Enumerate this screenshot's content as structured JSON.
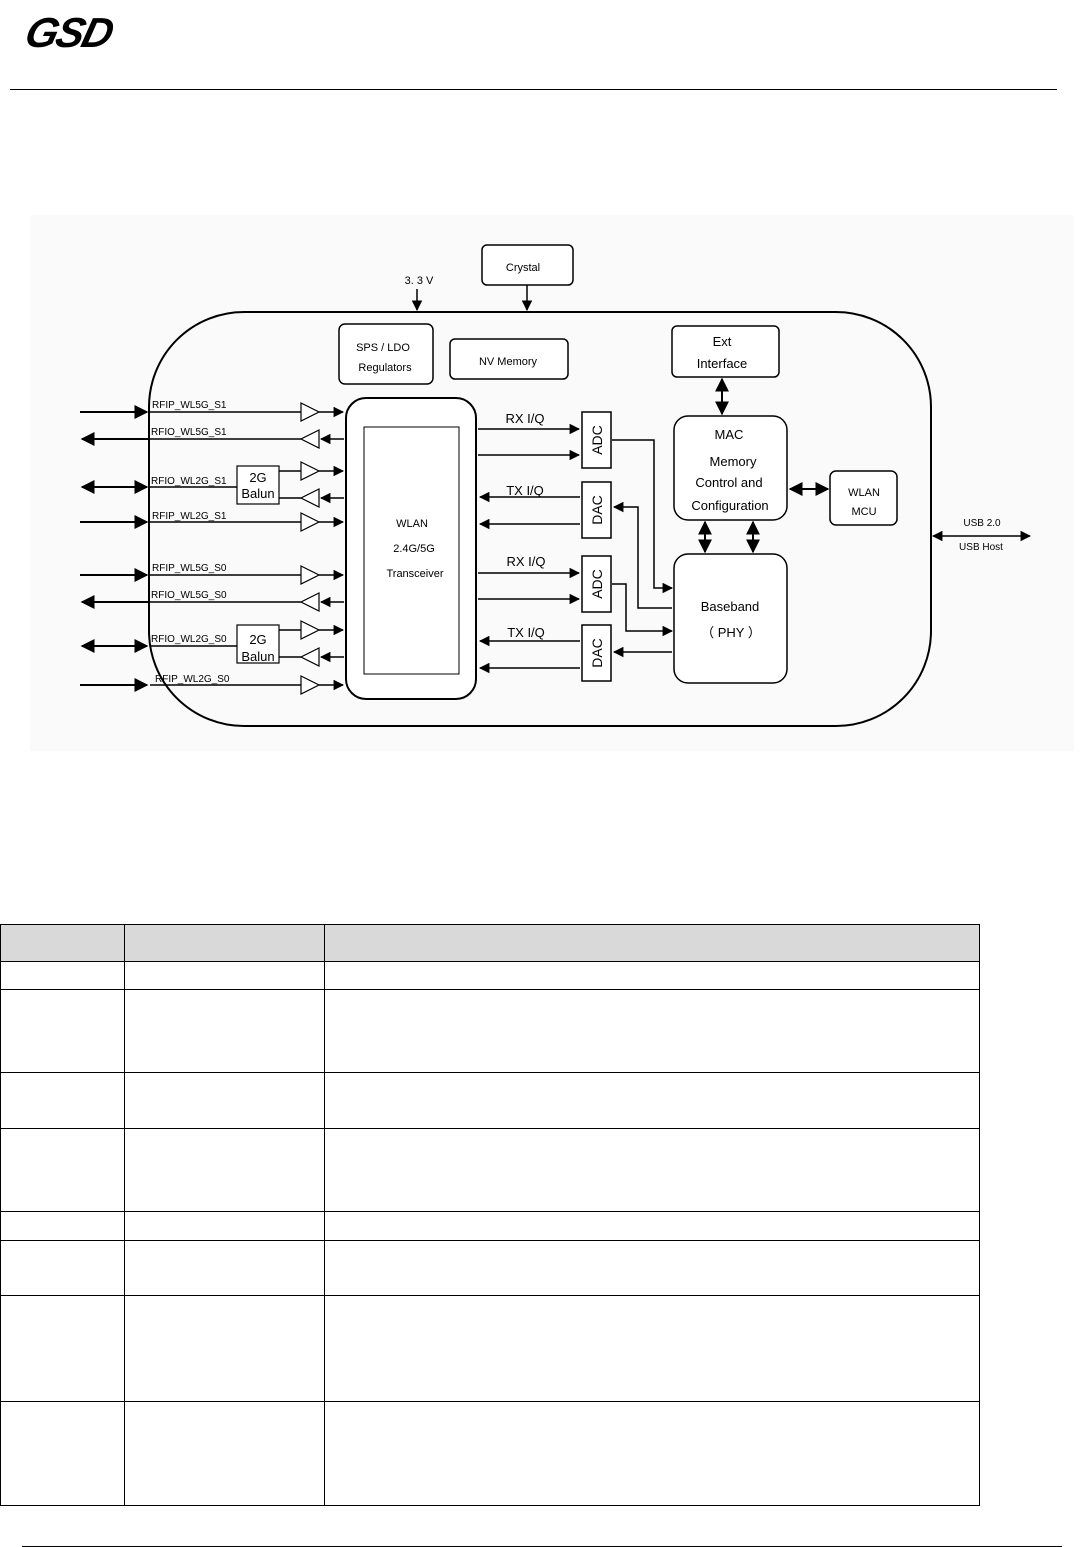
{
  "logo": {
    "text": "GSD",
    "color": "#1f5aa8"
  },
  "diagram": {
    "inputs": {
      "crystal": "Crystal",
      "power": "3. 3 V"
    },
    "blocks": {
      "sps_line1": "SPS  /   LDO",
      "sps_line2": "Regulators",
      "nv_memory": "NV Memory",
      "ext_line1": "Ext",
      "ext_line2": "Interface",
      "mac": "MAC",
      "mac_mem1": "Memory",
      "mac_mem2": "Control and",
      "mac_mem3": "Configuration",
      "wlan_mcu1": "WLAN",
      "wlan_mcu2": "MCU",
      "transceiver1": "WLAN",
      "transceiver2": "2.4G/5G",
      "transceiver3": "Transceiver",
      "baseband1": "Baseband",
      "baseband2": "（ PHY ）",
      "adc": "ADC",
      "dac": "DAC",
      "balun1": "2G",
      "balun2": "Balun"
    },
    "signals": {
      "rx_iq": "RX I/Q",
      "tx_iq": "TX I/Q",
      "usb": "USB 2.0",
      "usb_host": "USB Host"
    },
    "pins": [
      "RFIP_WL5G_S1",
      "RFIO_WL5G_S1",
      "RFIO_WL2G_S1",
      "RFIP_WL2G_S1",
      "RFIP_WL5G_S0",
      "RFIO_WL5G_S0",
      "RFIO_WL2G_S0",
      "RFIP_WL2G_S0"
    ]
  },
  "table": {
    "header": [
      "",
      "",
      ""
    ],
    "rows": [
      [
        "",
        "",
        ""
      ],
      [
        "",
        "",
        ""
      ],
      [
        "",
        "",
        ""
      ],
      [
        "",
        "",
        ""
      ],
      [
        "",
        "",
        ""
      ],
      [
        "",
        "",
        ""
      ],
      [
        "",
        "",
        ""
      ],
      [
        "",
        "",
        ""
      ]
    ]
  }
}
